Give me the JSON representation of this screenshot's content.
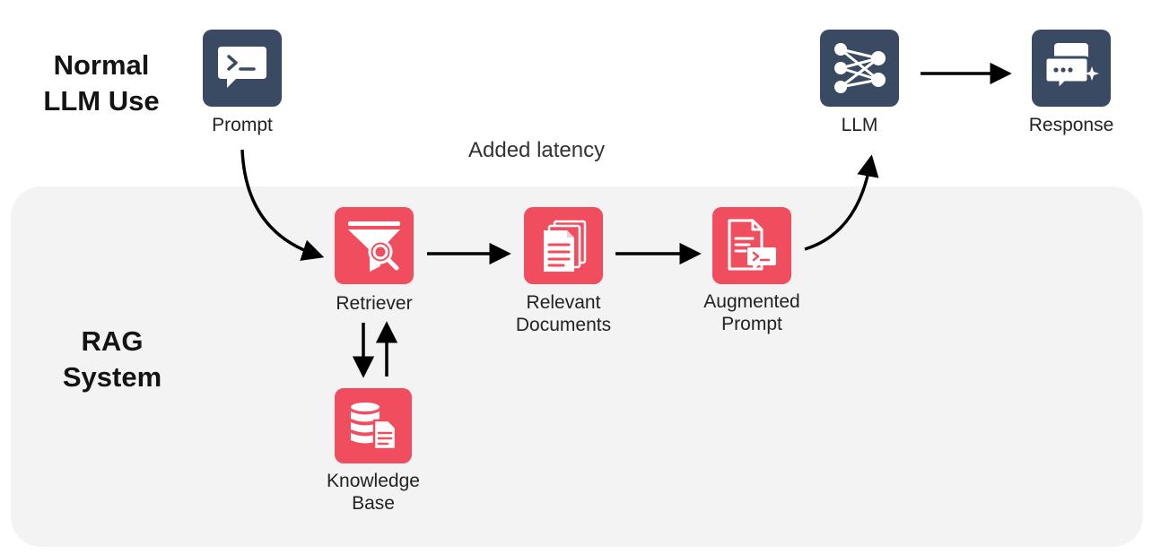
{
  "sections": {
    "normal": [
      "Normal",
      "LLM Use"
    ],
    "rag": [
      "RAG",
      "System"
    ]
  },
  "nodes": {
    "prompt": {
      "label": [
        "Prompt"
      ],
      "icon": "terminal-chat-icon",
      "color": "#3a4a63"
    },
    "llm": {
      "label": [
        "LLM"
      ],
      "icon": "neural-network-icon",
      "color": "#3a4a63"
    },
    "response": {
      "label": [
        "Response"
      ],
      "icon": "chat-response-icon",
      "color": "#3a4a63"
    },
    "retriever": {
      "label": [
        "Retriever"
      ],
      "icon": "filter-search-icon",
      "color": "#f04e5e"
    },
    "relevant_documents": {
      "label": [
        "Relevant",
        "Documents"
      ],
      "icon": "documents-icon",
      "color": "#f04e5e"
    },
    "augmented_prompt": {
      "label": [
        "Augmented",
        "Prompt"
      ],
      "icon": "document-terminal-icon",
      "color": "#f04e5e"
    },
    "knowledge_base": {
      "label": [
        "Knowledge",
        "Base"
      ],
      "icon": "database-document-icon",
      "color": "#f04e5e"
    }
  },
  "annotation": "Added latency"
}
